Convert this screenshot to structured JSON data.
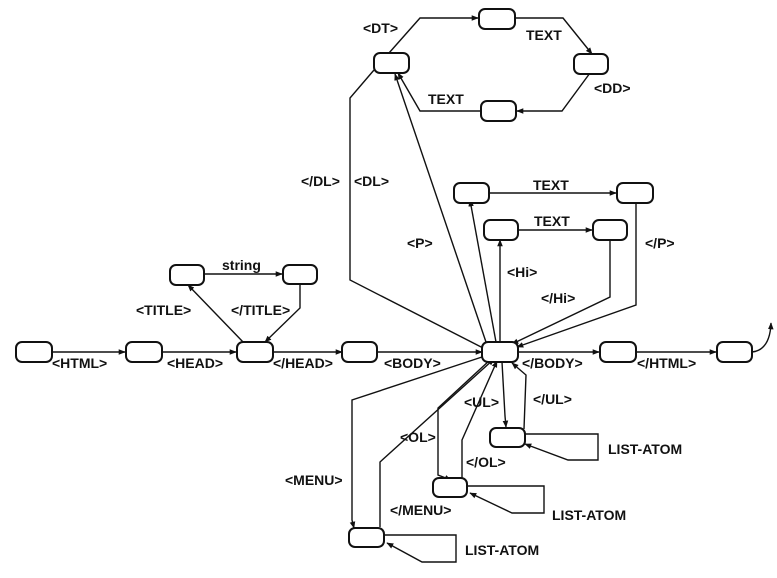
{
  "diagram": {
    "labels": {
      "dt": "<DT>",
      "dd": "<DD>",
      "text_dt_dd": "TEXT",
      "text_dd_dt": "TEXT",
      "end_dl": "</DL>",
      "dl": "<DL>",
      "p": "<P>",
      "text_p": "TEXT",
      "text_hi": "TEXT",
      "hi": "<Hi>",
      "end_hi": "</Hi>",
      "end_p": "</P>",
      "string": "string",
      "title": "<TITLE>",
      "end_title": "</TITLE>",
      "html": "<HTML>",
      "head": "<HEAD>",
      "end_head": "</HEAD>",
      "body": "<BODY>",
      "end_body": "</BODY>",
      "end_html": "</HTML>",
      "ul": "<UL>",
      "end_ul": "</UL>",
      "ol": "<OL>",
      "end_ol": "</OL>",
      "menu": "<MENU>",
      "end_menu": "</MENU>",
      "list_atom_ul": "LIST-ATOM",
      "list_atom_ol": "LIST-ATOM",
      "list_atom_menu": "LIST-ATOM"
    }
  }
}
